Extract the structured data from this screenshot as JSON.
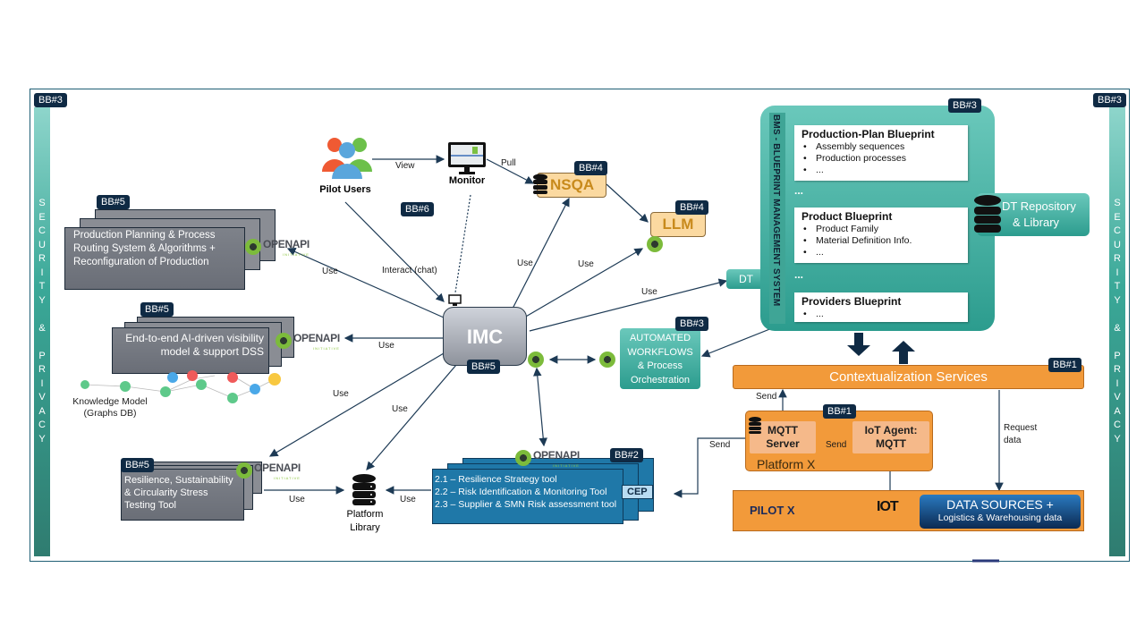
{
  "security_bars": {
    "left": {
      "badge": "BB#3",
      "letters": [
        "S",
        "E",
        "C",
        "U",
        "R",
        "I",
        "T",
        "Y",
        "",
        "&",
        "",
        "P",
        "R",
        "I",
        "V",
        "A",
        "C",
        "Y"
      ]
    },
    "right": {
      "badge": "BB#3",
      "letters": [
        "S",
        "E",
        "C",
        "U",
        "R",
        "I",
        "T",
        "Y",
        "",
        "&",
        "",
        "P",
        "R",
        "I",
        "V",
        "A",
        "C",
        "Y"
      ]
    }
  },
  "left_tools": {
    "production_planning": {
      "badge": "BB#5",
      "lines": [
        "Production Planning & Process",
        "Routing System & Algorithms +",
        "Reconfiguration of Production"
      ],
      "api_label": "OPENAPI",
      "api_sub": "INITIATIVE"
    },
    "visibility_model": {
      "badge": "BB#5",
      "lines": [
        "End-to-end AI-driven visibility",
        "model & support DSS"
      ],
      "api_label": "OPENAPI",
      "api_sub": "INITIATIVE"
    },
    "knowledge_model": {
      "lines": [
        "Knowledge Model",
        "(Graphs DB)"
      ]
    },
    "stress_testing": {
      "badge": "BB#5",
      "lines": [
        "Resilience, Sustainability",
        "& Circularity Stress",
        "Testing Tool"
      ],
      "api_label": "OPENAPI",
      "api_sub": "INITIATIVE"
    }
  },
  "pilot_users": {
    "label": "Pilot Users"
  },
  "monitor": {
    "label": "Monitor"
  },
  "bb6_badge": "BB#6",
  "imc": {
    "label": "IMC",
    "badge": "BB#5"
  },
  "nsqa": {
    "label": "NSQA",
    "badge": "BB#4"
  },
  "llm": {
    "label": "LLM",
    "badge": "BB#4"
  },
  "platform_library": {
    "lines": [
      "Platform",
      "Library"
    ]
  },
  "bb2_tools": {
    "badge": "BB#2",
    "lines": [
      "2.1 – Resilience Strategy tool",
      "2.2 – Risk Identification & Monitoring Tool",
      "2.3 – Supplier & SMN Risk assessment tool"
    ],
    "cep": "CEP",
    "api_label": "OPENAPI",
    "api_sub": "INITIATIVE"
  },
  "workflows": {
    "badge": "BB#3",
    "lines": [
      "AUTOMATED",
      "WORKFLOWS",
      "& Process",
      "Orchestration"
    ]
  },
  "dt_tag": "DT",
  "bms": {
    "badge": "BB#3",
    "vertical_title": "BMS - BLUEPRINT MANAGEMENT SYSTEM",
    "cards": [
      {
        "title": "Production-Plan Blueprint",
        "items": [
          "Assembly sequences",
          "Production processes",
          "..."
        ]
      },
      {
        "title": "Product Blueprint",
        "items": [
          "Product Family",
          "Material Definition Info.",
          "..."
        ]
      },
      {
        "title": "Providers Blueprint",
        "items": [
          "..."
        ]
      }
    ],
    "separator": "...",
    "dt_repo": [
      "DT Repository",
      "& Library"
    ]
  },
  "contextualization": {
    "label": "Contextualization Services",
    "badge": "BB#1"
  },
  "platform_x": {
    "label": "Platform X",
    "badge": "BB#1",
    "mqtt_server": [
      "MQTT",
      "Server"
    ],
    "iot_agent": [
      "IoT Agent:",
      "MQTT"
    ]
  },
  "pilot_x": {
    "label": "PILOT X",
    "iot_icon": "IOT",
    "data_sources": [
      "DATA SOURCES +",
      "Logistics & Warehousing data"
    ]
  },
  "edges": {
    "view": "View",
    "pull": "Pull",
    "interact": "Interact (chat)",
    "use": "Use",
    "send": "Send",
    "request": [
      "Request",
      "data"
    ]
  },
  "colors": {
    "navy": "#0f2a44",
    "teal": "#3aa898",
    "orange": "#f29a3a",
    "nsqa_fill": "#fbd9a0",
    "nsqa_text": "#c88a1c",
    "blue_doc": "#1f78a8",
    "gray_doc": "#7e828a"
  }
}
